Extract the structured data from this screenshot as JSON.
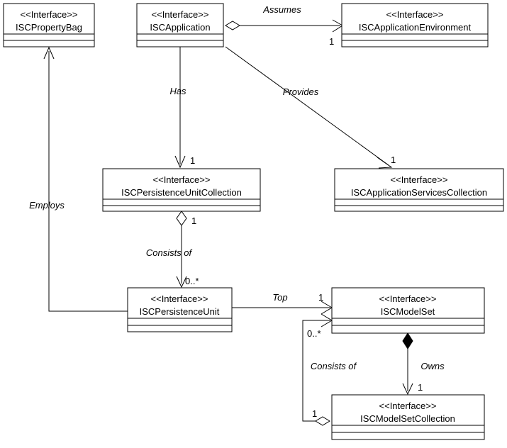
{
  "diagram": {
    "title": "UML interface class diagram",
    "stereotype": "<<Interface>>",
    "background": "#ffffff",
    "line_color": "#000000",
    "classes": [
      {
        "id": "propertybag",
        "stereotype": "<<Interface>>",
        "name": "ISCPropertyBag"
      },
      {
        "id": "application",
        "stereotype": "<<Interface>>",
        "name": "ISCApplication"
      },
      {
        "id": "appenvironment",
        "stereotype": "<<Interface>>",
        "name": "ISCApplicationEnvironment"
      },
      {
        "id": "punitcollection",
        "stereotype": "<<Interface>>",
        "name": "ISCPersistenceUnitCollection"
      },
      {
        "id": "appservicescoll",
        "stereotype": "<<Interface>>",
        "name": "ISCApplicationServicesCollection"
      },
      {
        "id": "persistenceunit",
        "stereotype": "<<Interface>>",
        "name": "ISCPersistenceUnit"
      },
      {
        "id": "modelset",
        "stereotype": "<<Interface>>",
        "name": "ISCModelSet"
      },
      {
        "id": "modelsetcoll",
        "stereotype": "<<Interface>>",
        "name": "ISCModelSetCollection"
      }
    ],
    "relationships": [
      {
        "id": "assumes",
        "label": "Assumes",
        "from": "application",
        "to": "appenvironment",
        "target_multiplicity": "1",
        "kind": "aggregation"
      },
      {
        "id": "has",
        "label": "Has",
        "from": "application",
        "to": "punitcollection",
        "target_multiplicity": "1",
        "kind": "directed"
      },
      {
        "id": "provides",
        "label": "Provides",
        "from": "application",
        "to": "appservicescoll",
        "target_multiplicity": "1",
        "kind": "directed"
      },
      {
        "id": "consists-of-1",
        "label": "Consists of",
        "from": "punitcollection",
        "to": "persistenceunit",
        "source_multiplicity": "1",
        "target_multiplicity": "0..*",
        "kind": "aggregation"
      },
      {
        "id": "employs",
        "label": "Employs",
        "from": "persistenceunit",
        "to": "propertybag",
        "kind": "directed"
      },
      {
        "id": "top",
        "label": "Top",
        "from": "persistenceunit",
        "to": "modelset",
        "target_multiplicity": "1",
        "kind": "directed"
      },
      {
        "id": "owns",
        "label": "Owns",
        "from": "modelset",
        "to": "modelsetcoll",
        "target_multiplicity": "1",
        "kind": "composition"
      },
      {
        "id": "consists-of-2",
        "label": "Consists of",
        "from": "modelsetcoll",
        "to": "modelset",
        "source_multiplicity": "1",
        "target_multiplicity": "0..*",
        "kind": "aggregation"
      }
    ]
  }
}
